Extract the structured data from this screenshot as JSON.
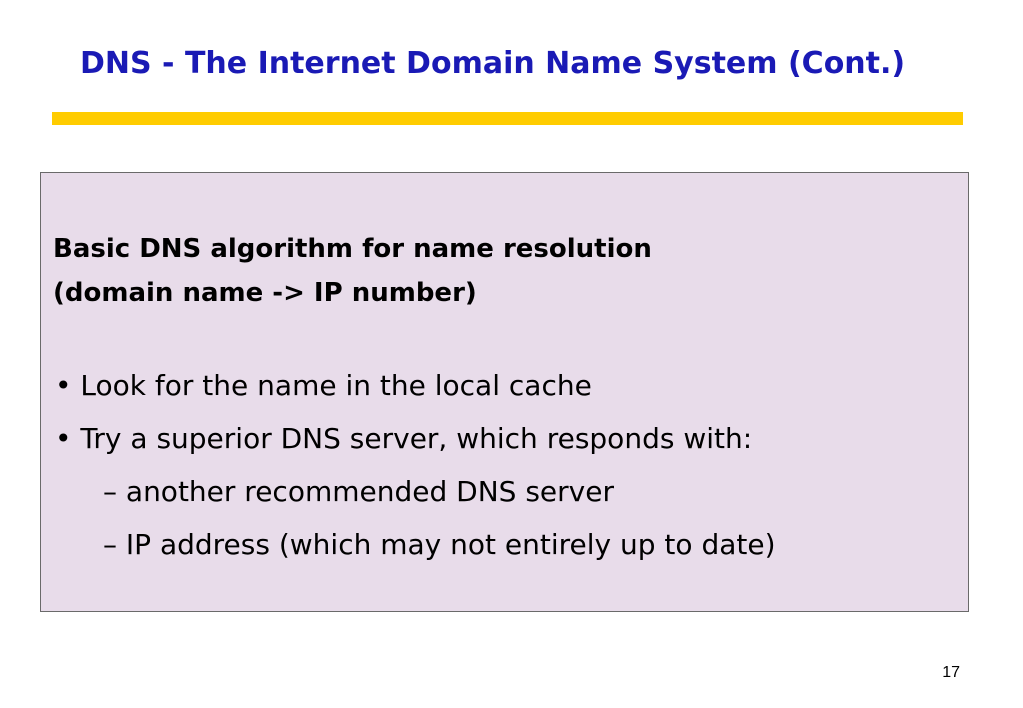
{
  "slide": {
    "title": "DNS - The Internet Domain Name System (Cont.)",
    "page_number": "17",
    "accent_color": "#ffcc00",
    "title_color": "#1a1ab5",
    "box_color": "#e8dcea"
  },
  "content": {
    "heading_line1": "Basic DNS algorithm for name resolution",
    "heading_line2": "(domain name -> IP number)",
    "bullet_symbol": "•",
    "dash_symbol": "–",
    "items": [
      {
        "level": 1,
        "text": "Look for the name in the local cache"
      },
      {
        "level": 1,
        "text": "Try a superior DNS server, which responds with:"
      },
      {
        "level": 2,
        "text": "another recommended DNS server"
      },
      {
        "level": 2,
        "text": "IP address (which may not entirely up to date)"
      }
    ]
  }
}
